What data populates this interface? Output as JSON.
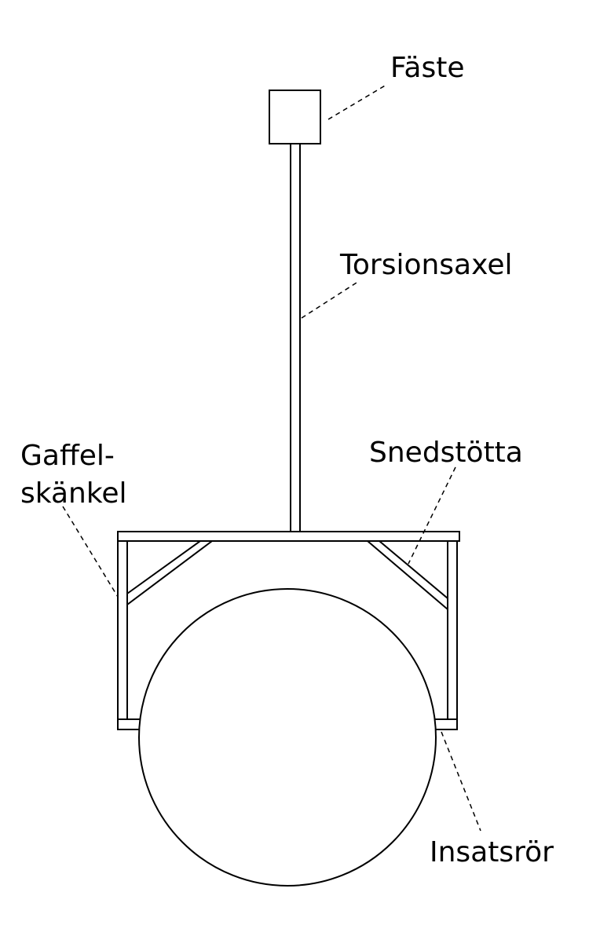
{
  "labels": {
    "faste": "Fäste",
    "torsionsaxel": "Torsionsaxel",
    "gaffel_line1": "Gaffel-",
    "gaffel_line2": "skänkel",
    "snedstotta": "Snedstötta",
    "insatsror": "Insatsrör"
  },
  "colors": {
    "line": "#000000",
    "background": "#ffffff"
  }
}
